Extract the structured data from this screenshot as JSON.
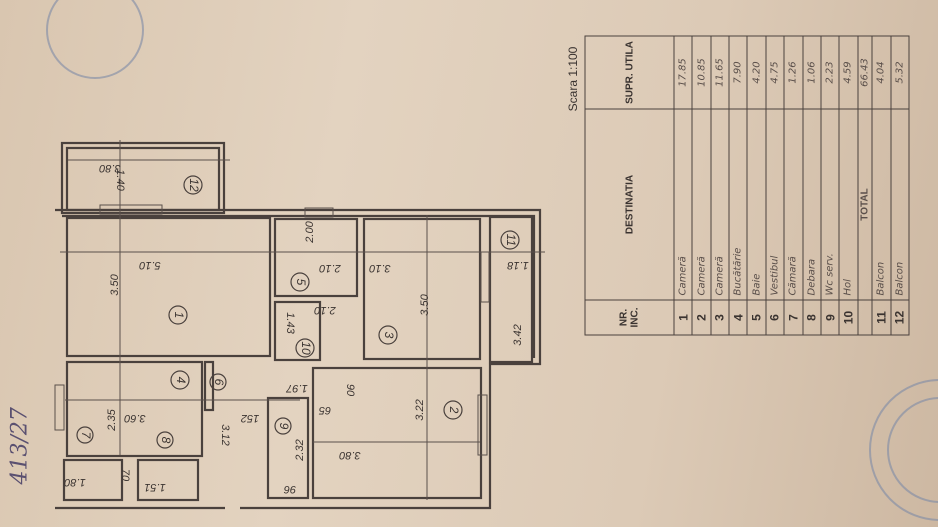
{
  "scale": "Scara 1:100",
  "handwritten_note": "413/27",
  "table": {
    "headers": {
      "nr": "NR. INC.",
      "dest": "DESTINATIA",
      "supr": "SUPR. UTILA"
    },
    "rows": [
      {
        "nr": "1",
        "dest": "Cameră",
        "supr": "17.85"
      },
      {
        "nr": "2",
        "dest": "Cameră",
        "supr": "10.85"
      },
      {
        "nr": "3",
        "dest": "Cameră",
        "supr": "11.65"
      },
      {
        "nr": "4",
        "dest": "Bucătărie",
        "supr": "7.90"
      },
      {
        "nr": "5",
        "dest": "Baie",
        "supr": "4.20"
      },
      {
        "nr": "6",
        "dest": "Vestibul",
        "supr": "4.75"
      },
      {
        "nr": "7",
        "dest": "Cămară",
        "supr": "1.26"
      },
      {
        "nr": "8",
        "dest": "Debara",
        "supr": "1.06"
      },
      {
        "nr": "9",
        "dest": "Wc serv.",
        "supr": "2.23"
      },
      {
        "nr": "10",
        "dest": "Hol",
        "supr": "4.59"
      }
    ],
    "total": {
      "label": "TOTAL",
      "supr": "66.43"
    },
    "balconies": [
      {
        "nr": "11",
        "dest": "Balcon",
        "supr": "4.04"
      },
      {
        "nr": "12",
        "dest": "Balcon",
        "supr": "5.32"
      }
    ]
  },
  "plan": {
    "rooms": [
      "1",
      "2",
      "3",
      "4",
      "5",
      "6",
      "7",
      "8",
      "9",
      "10",
      "11",
      "12"
    ],
    "dims": [
      "3.80",
      "1.40",
      "5.10",
      "3.50",
      "2.00",
      "2.10",
      "3.10",
      "3.50",
      "1.18",
      "3.42",
      "2.10",
      "1.43",
      "1.97",
      "90",
      "65",
      "3.22",
      "3.60",
      "2.35",
      "152",
      "3.12",
      "2.32",
      "3.80",
      "1.80",
      "70",
      "1.51",
      "96"
    ]
  }
}
